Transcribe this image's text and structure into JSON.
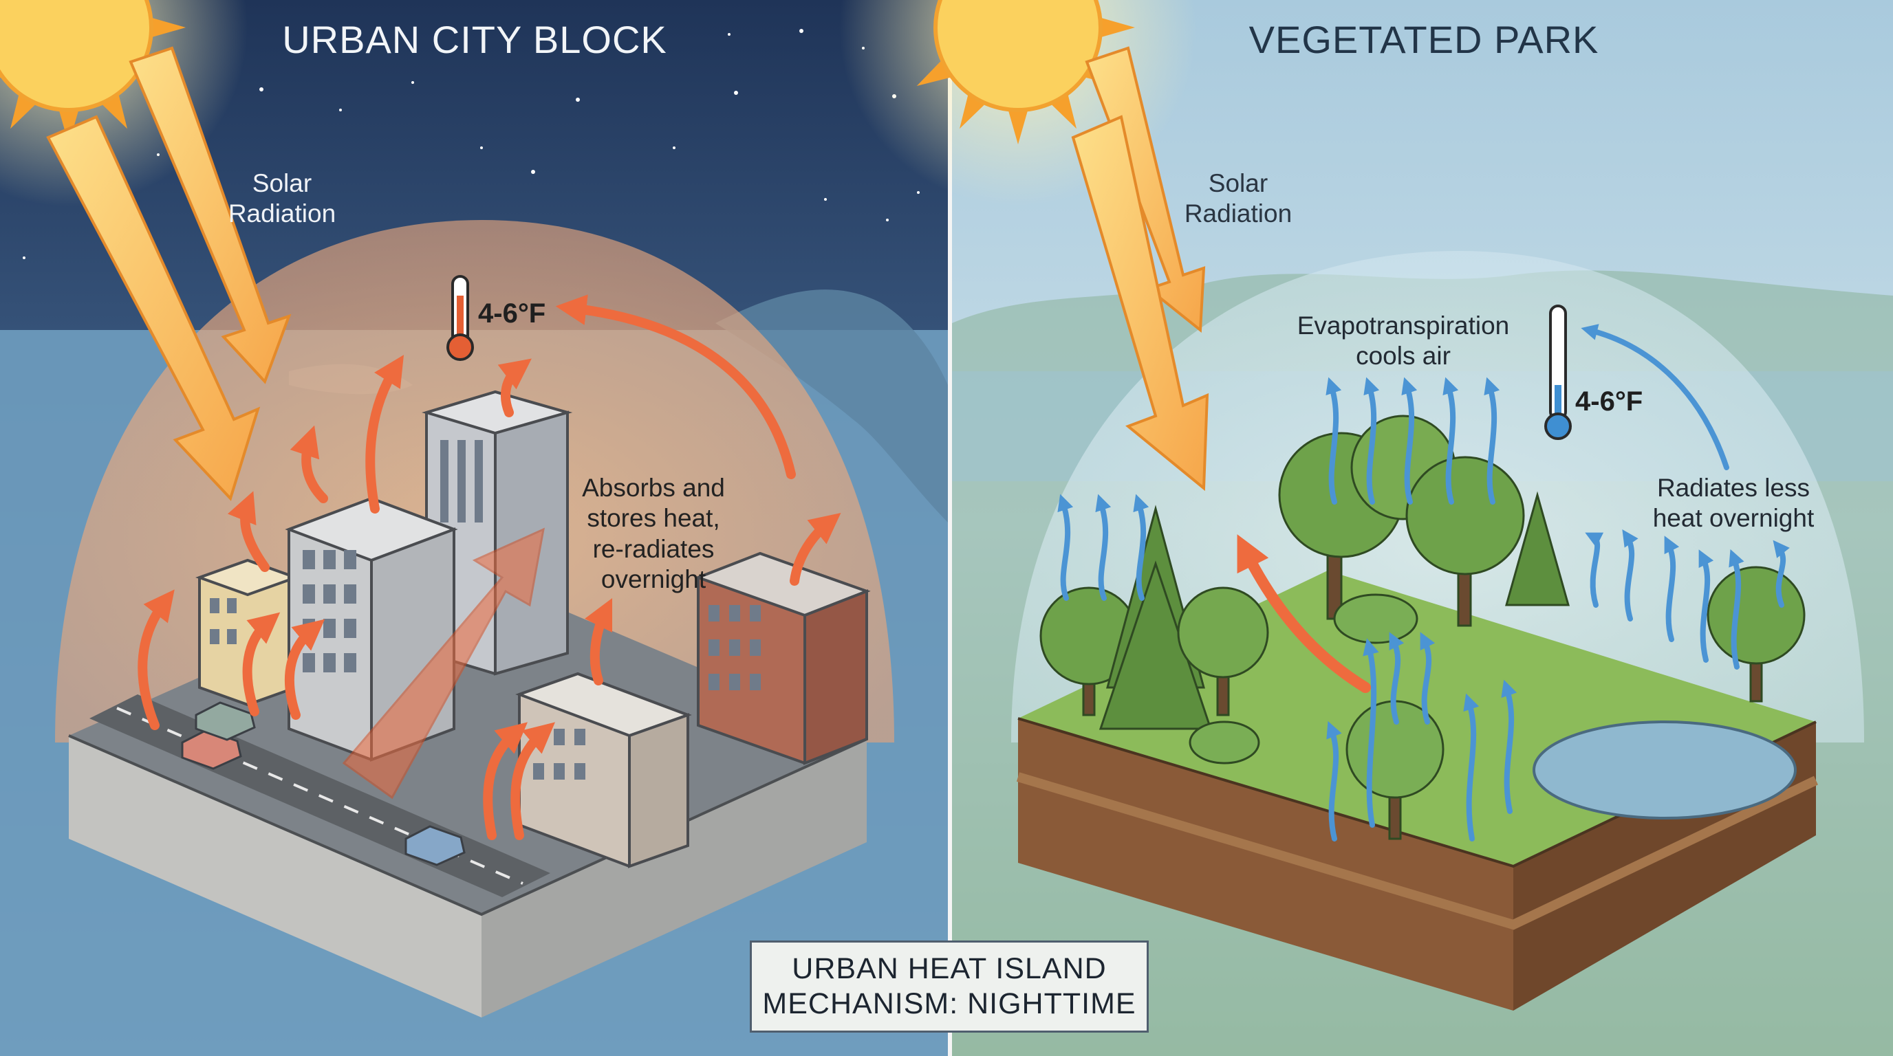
{
  "urban": {
    "title": "URBAN CITY BLOCK",
    "solar_label_line1": "Solar",
    "solar_label_line2": "Radiation",
    "temperature": "4-6°F",
    "note_lines": [
      "Absorbs and",
      "stores heat,",
      "re-radiates",
      "overnight"
    ]
  },
  "park": {
    "title": "VEGETATED PARK",
    "solar_label_line1": "Solar",
    "solar_label_line2": "Radiation",
    "evap_line1": "Evapotranspiration",
    "evap_line2": "cools air",
    "temperature": "4-6°F",
    "note_line1": "Radiates less",
    "note_line2": "heat overnight"
  },
  "caption": {
    "line1": "URBAN HEAT ISLAND",
    "line2": "MECHANISM: NIGHTTIME"
  },
  "colors": {
    "night_sky": "#23395e",
    "park_sky": "#b7d5e4",
    "heat_arrow": "#ee6b3e",
    "cool_arrow": "#4b94d4",
    "solar_arrow": "#f7b24c",
    "grass": "#8cbb5a",
    "soil": "#8a5a38"
  },
  "icons": [
    "sun-icon",
    "thermometer-hot-icon",
    "thermometer-cool-icon",
    "tree-icon",
    "car-icon"
  ]
}
